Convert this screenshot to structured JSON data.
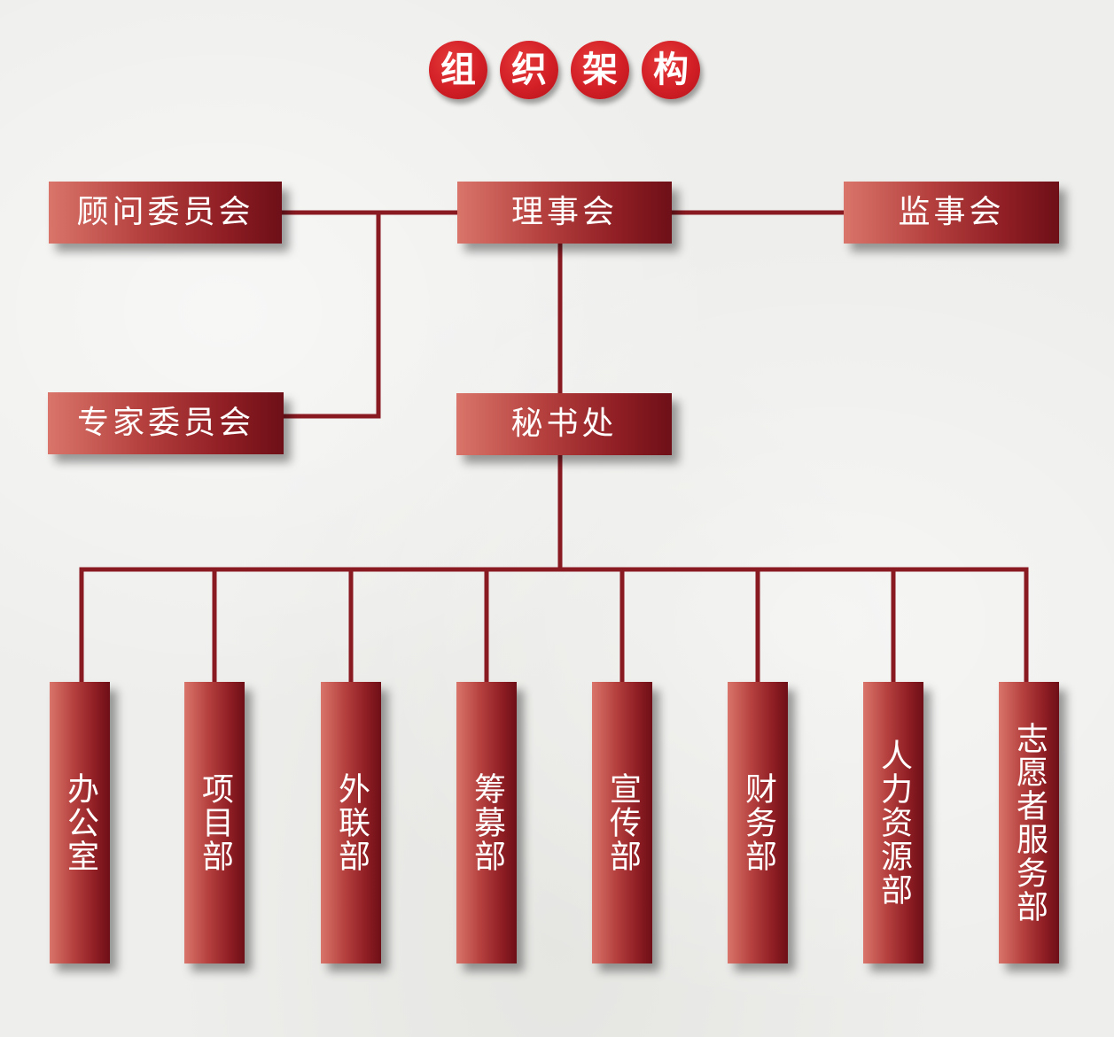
{
  "title_chars": [
    "组",
    "织",
    "架",
    "构"
  ],
  "top": {
    "advisory": "顾问委员会",
    "board": "理事会",
    "supervisory": "监事会"
  },
  "middle": {
    "expert": "专家委员会",
    "secretariat": "秘书处"
  },
  "departments": [
    "办公室",
    "项目部",
    "外联部",
    "筹募部",
    "宣传部",
    "财务部",
    "人力资源部",
    "志愿者服务部"
  ],
  "colors": {
    "title_circle": "#d21f26",
    "box_light": "#d9756a",
    "box_dark": "#6e0f17",
    "line": "#8a1a22"
  }
}
